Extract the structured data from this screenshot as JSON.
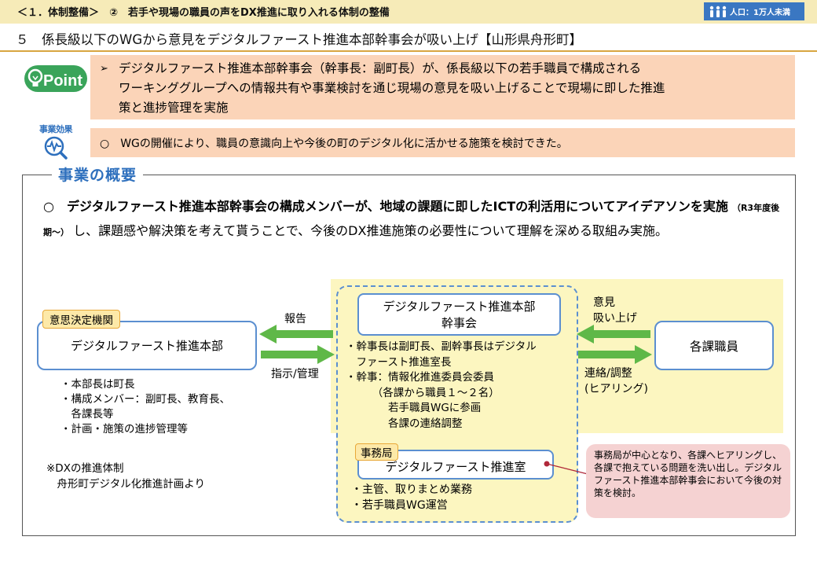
{
  "header": {
    "section_label": "＜１．体制整備＞　②　若手や現場の職員の声をDX推進に取り入れる体制の整備",
    "population_badge": "人口：1万人未満",
    "page_title": "５　係長級以下のWGから意見をデジタルファースト推進本部幹事会が吸い上げ【山形県舟形町】",
    "colors": {
      "accent_blue": "#2d6fbd",
      "point_green": "#3aa45a",
      "highlight_salmon": "#fbd4b8",
      "panel_yellow": "#fcf6c0",
      "arrow_green": "#5fb848"
    }
  },
  "point": {
    "logo_text": "Point",
    "logo_icon": "lightbulb-icon",
    "bullet_icon": "arrowhead-bullet-icon",
    "lines": [
      "デジタルファースト推進本部幹事会（幹事長：副町長）が、係長級以下の若手職員で構成される",
      "ワーキンググループへの情報共有や事業検討を通じ現場の意見を吸い上げることで現場に即した推進",
      "策と進捗管理を実施"
    ]
  },
  "effect": {
    "label": "事業効果",
    "icon": "pulse-magnifier-icon",
    "text": "○　WGの開催により、職員の意識向上や今後の町のデジタル化に活かせる施策を検討できた。"
  },
  "overview": {
    "heading": "事業の概要",
    "summary_bold": "○　デジタルファースト推進本部幹事会の構成メンバーが、地域の課題に即したICTの利活用についてアイデアソンを実施",
    "summary_small": "（R3年度後期～）",
    "summary_rest": "し、課題感や解決策を考えて貰うことで、今後のDX推進施策の必要性について理解を深める取組み実施。"
  },
  "diagram": {
    "decision_tag": "意思決定機関",
    "hq_name": "デジタルファースト推進本部",
    "hq_list": [
      "・本部長は町長",
      "・構成メンバー：副町長、教育長、",
      "　各課長等",
      "・計画・施策の進捗管理等"
    ],
    "dx_note": [
      "※DXの推進体制",
      "　舟形町デジタル化推進計画より"
    ],
    "arrow_report": "報告",
    "arrow_instruct": "指示/管理",
    "exec_name_line1": "デジタルファースト推進本部",
    "exec_name_line2": "幹事会",
    "exec_list": [
      "・幹事長は副町長、副幹事長はデジタル",
      "　ファースト推進室長",
      "・幹事：情報化推進委員会委員",
      "　　　（各課から職員１～２名）",
      "　　　　若手職員WGに参画",
      "　　　　各課の連絡調整"
    ],
    "office_tag": "事務局",
    "office_name": "デジタルファースト推進室",
    "office_list": [
      "・主管、取りまとめ業務",
      "・若手職員WG運営"
    ],
    "arrow_collect": [
      "意見",
      "吸い上げ"
    ],
    "arrow_liaison": [
      "連絡/調整",
      "(ヒアリング)"
    ],
    "staff_name": "各課職員",
    "callout": "事務局が中心となり、各課へヒアリングし、各課で抱えている問題を洗い出し。デジタルファースト推進本部幹事会において今後の対策を検討。"
  }
}
